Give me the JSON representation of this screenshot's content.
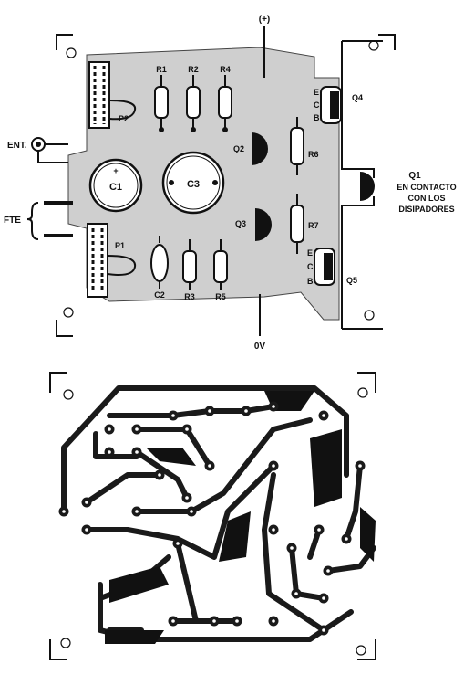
{
  "top": {
    "supply_pos": "(+)",
    "supply_zero": "0V",
    "input": "ENT.",
    "source": "FTE",
    "components": {
      "r1": "R1",
      "r2": "R2",
      "r3": "R3",
      "r4": "R4",
      "r5": "R5",
      "r6": "R6",
      "r7": "R7",
      "c1": "C1",
      "c2": "C2",
      "c3": "C3",
      "p1": "P1",
      "p2": "P2",
      "q2": "Q2",
      "q3": "Q3",
      "q4": "Q4",
      "q5": "Q5",
      "plus_mark": "+"
    },
    "pins": {
      "e": "E",
      "c": "C",
      "b": "B"
    },
    "note": {
      "ref": "Q1",
      "line1": "EN CONTACTO",
      "line2": "CON LOS",
      "line3": "DISIPADORES"
    }
  }
}
